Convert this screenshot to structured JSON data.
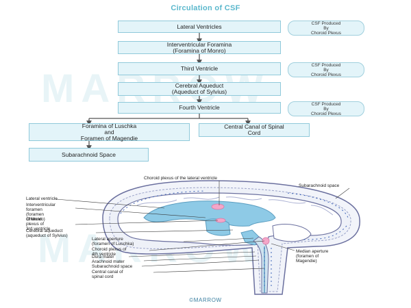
{
  "title": "Circulation of CSF",
  "watermark": "MARROW",
  "footer": "©MARROW",
  "flow": {
    "lateral_ventricles": "Lateral Ventricles",
    "interventricular": "Interventricular Foramina\n(Foramina of Monro)",
    "third_ventricle": "Third Ventricle",
    "cerebral_aqueduct": "Cerebral Aqueduct\n(Aqueduct of Sylvius)",
    "fourth_ventricle": "Fourth Ventricle",
    "foramina_luschka": "Foramina of Luschka\nand\nForamen of Magendie",
    "central_canal": "Central Canal of Spinal\nCord",
    "subarachnoid": "Subarachnoid Space"
  },
  "notes": {
    "n1": "CSF Produced\nBy\nChoroid Plexus",
    "n2": "CSF Produced\nBy\nChoroid Plexus",
    "n3": "CSF Produced\nBy\nChoroid Plexus"
  },
  "diagram_labels": {
    "choroid_lateral": "Choroid plexus of the lateral ventricle",
    "subarachnoid_space_top": "Subarachnoid space",
    "lateral_ventricle": "Lateral ventricle",
    "interventricular_foramen": "Interventricular\nforamen\n(foramen\nof Monro)",
    "choroid_3rd": "Choroid\nplexus of\n3rd ventricle",
    "cerebral_aqueduct": "Cerebral aqueduct\n(aqueduct of Sylvius)",
    "lateral_aperture": "Lateral aperture\n(foramen of Luschka)",
    "choroid_4th": "Choroid plexus of\n4th ventricle",
    "dura_mater": "Dura mater",
    "arachnoid_mater": "Arachnoid mater",
    "subarachnoid_space": "Subarachnoid space",
    "central_canal": "Central canal of\nspinal cord",
    "median_aperture": "Median aperture\n(foramen of\nMagendie)"
  },
  "colors": {
    "title": "#59b7cc",
    "box_fill": "#e3f4f9",
    "box_border": "#8fc9da",
    "arrow": "#555555",
    "ventricle": "#8ecae6",
    "brain_outline": "#6a6f9e",
    "choroid": "#f4a6c8"
  }
}
